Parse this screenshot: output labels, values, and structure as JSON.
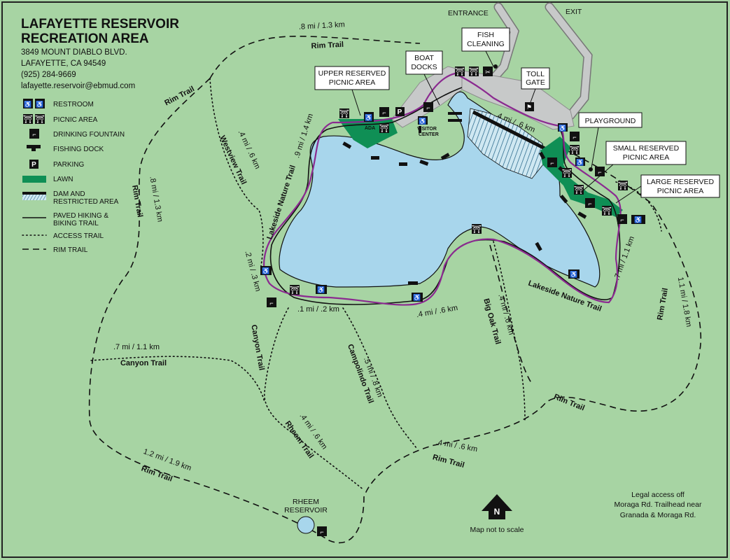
{
  "header": {
    "title_line1": "LAFAYETTE RESERVOIR",
    "title_line2": "RECREATION AREA",
    "address_line1": "3849 MOUNT DIABLO BLVD.",
    "address_line2": "LAFAYETTE, CA 94549",
    "phone": "(925) 284-9669",
    "email": "lafayette.reservoir@ebmud.com"
  },
  "legend": {
    "restroom": "RESTROOM",
    "picnic": "PICNIC AREA",
    "fountain": "DRINKING FOUNTAIN",
    "fishing_dock": "FISHING DOCK",
    "parking": "PARKING",
    "lawn": "LAWN",
    "dam_line1": "DAM AND",
    "dam_line2": "RESTRICTED AREA",
    "paved_line1": "PAVED HIKING &",
    "paved_line2": "BIKING TRAIL",
    "access": "ACCESS TRAIL",
    "rim": "RIM TRAIL",
    "parking_letter": "P"
  },
  "labels": {
    "entrance": "ENTRANCE",
    "exit": "EXIT",
    "fish_line1": "FISH",
    "fish_line2": "CLEANING",
    "boat_line1": "BOAT",
    "boat_line2": "DOCKS",
    "upper_line1": "UPPER RESERVED",
    "upper_line2": "PICNIC AREA",
    "toll_line1": "TOLL",
    "toll_line2": "GATE",
    "playground": "PLAYGROUND",
    "small_line1": "SMALL RESERVED",
    "small_line2": "PICNIC AREA",
    "large_line1": "LARGE RESERVED",
    "large_line2": "PICNIC AREA",
    "visitor_line1": "VISITOR",
    "visitor_line2": "CENTER",
    "rheem_line1": "RHEEM",
    "rheem_line2": "RESERVOIR",
    "ada": "ADA"
  },
  "trails": {
    "rim_top": "Rim Trail",
    "rim_top_dist": ".8 mi / 1.3 km",
    "rim_nw": "Rim Trail",
    "rim_west": "Rim Trail",
    "rim_west_dist": ".8 mi / 1.3 km",
    "westview": "Westview Trail",
    "westview_dist": ".4 mi / .6 km",
    "lakeside_w": "Lakeside Nature Trail",
    "lakeside_w_dist": ".9 mi / 1.4 km",
    "lakeside_sw_dist": ".2 mi / .3 km",
    "dam_dist": ".4 mi / .6 km",
    "canyon": "Canyon Trail",
    "canyon_dist": ".7 mi / 1.1 km",
    "canyon_vert": "Canyon Trail",
    "short_dist": ".1 mi / .2 km",
    "lakeside_s_dist": ".4 mi / .6 km",
    "campolindo": "Campolindo Trail",
    "campolindo_dist": ".5 mi / .8 km",
    "bigoak": "Big Oak Trail",
    "bigoak_dist": ".4 mi / .6 km",
    "lakeside_e": "Lakeside Nature Trail",
    "lakeside_e_dist": ".7 mi / 1.1 km",
    "rim_east": "Rim Trail",
    "rim_east_dist": "1.1 mi / 1.8 km",
    "rim_se": "Rim Trail",
    "rheem": "Rheem Trail",
    "rheem_dist": ".4 mi / .6 km",
    "rim_s": "Rim Trail",
    "rim_s_dist": ".4 mi / .6 km",
    "rim_sw": "Rim Trail",
    "rim_sw_dist": "1.2 mi / 1.9 km"
  },
  "footer": {
    "north": "N",
    "not_to_scale": "Map not to scale",
    "legal_line1": "Legal access off",
    "legal_line2": "Moraga Rd. Trailhead near",
    "legal_line3": "Granada & Moraga Rd."
  },
  "colors": {
    "background": "#a7d4a3",
    "water": "#a8d6ec",
    "lawn": "#0f8f55",
    "nature_trail": "#8b2a90",
    "road": "#c7c9c9",
    "ink": "#111111"
  }
}
